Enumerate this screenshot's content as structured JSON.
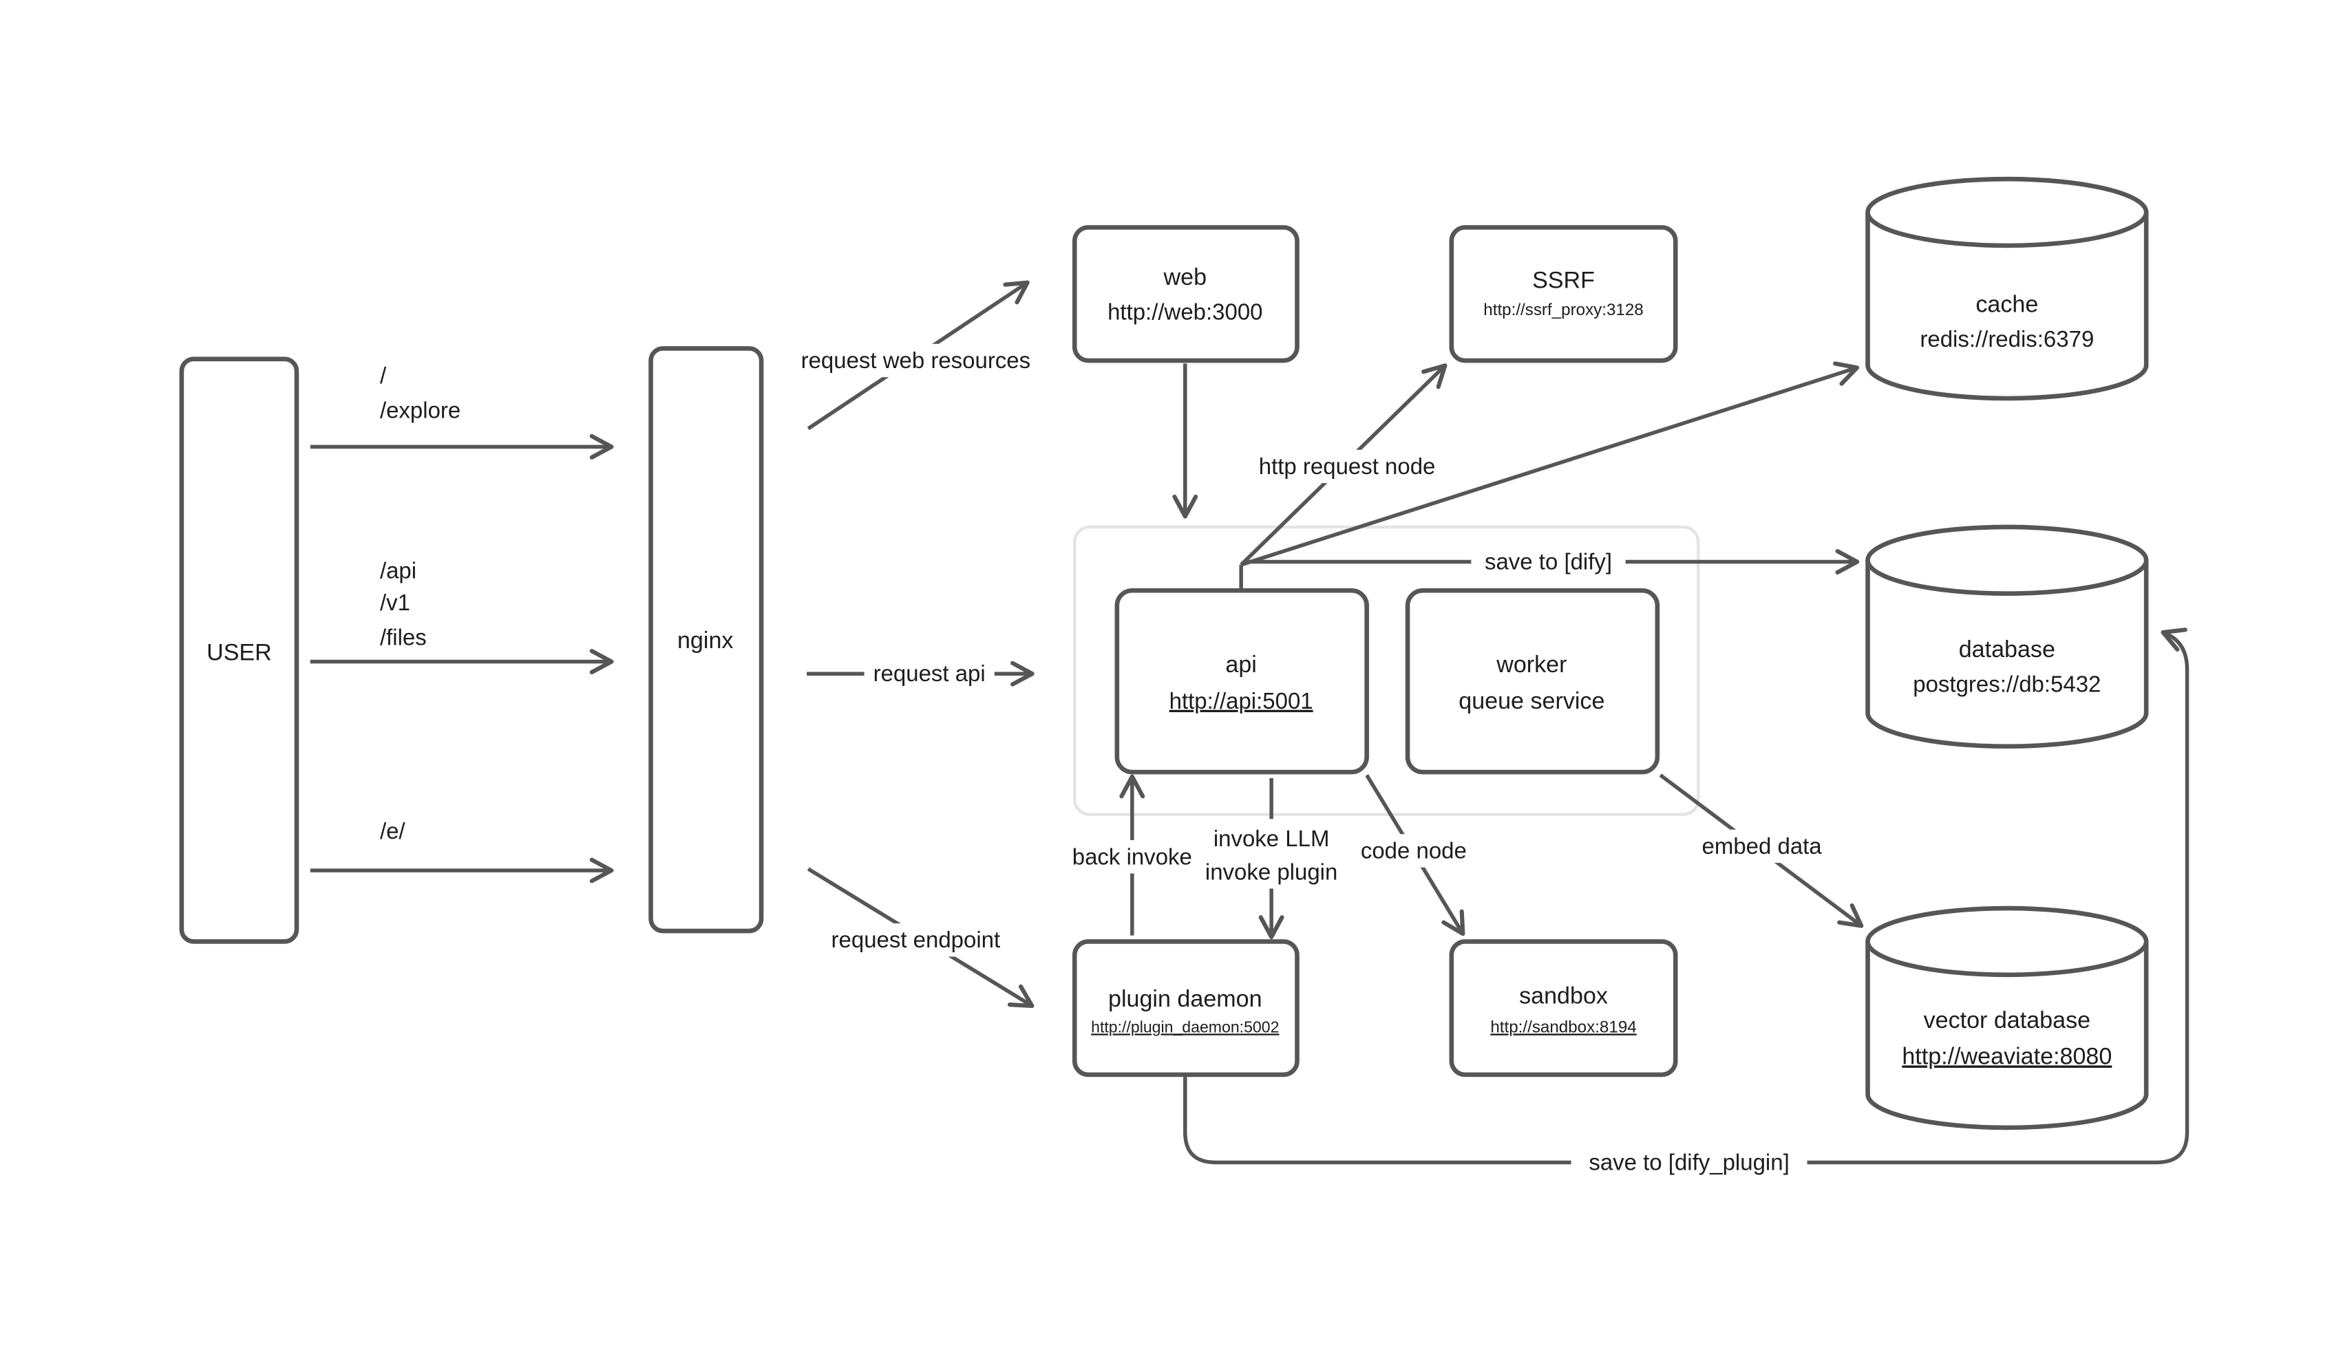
{
  "colors": {
    "stroke": "#565656",
    "text": "#1d1d1f",
    "container_stroke": "#e4e4e4",
    "background": "#ffffff"
  },
  "nodes": {
    "user": {
      "label": "USER"
    },
    "nginx": {
      "label": "nginx"
    },
    "web": {
      "label": "web",
      "url": "http://web:3000"
    },
    "ssrf": {
      "label": "SSRF",
      "url": "http://ssrf_proxy:3128"
    },
    "cache": {
      "label": "cache",
      "url": "redis://redis:6379"
    },
    "api": {
      "label": "api",
      "url": "http://api:5001"
    },
    "worker": {
      "label": "worker",
      "sublabel": "queue service"
    },
    "database": {
      "label": "database",
      "url": "postgres://db:5432"
    },
    "plugin_daemon": {
      "label": "plugin daemon",
      "url": "http://plugin_daemon:5002"
    },
    "sandbox": {
      "label": "sandbox",
      "url": "http://sandbox:8194"
    },
    "vector_database": {
      "label": "vector database",
      "url": "http://weaviate:8080"
    }
  },
  "edges": {
    "user_nginx_root": {
      "lines": [
        "/",
        "/explore"
      ]
    },
    "user_nginx_api": {
      "lines": [
        "/api",
        "/v1",
        "/files"
      ]
    },
    "user_nginx_e": {
      "lines": [
        "/e/"
      ]
    },
    "nginx_web": {
      "label": "request web resources"
    },
    "nginx_api": {
      "label": "request api"
    },
    "nginx_plugin": {
      "label": "request endpoint"
    },
    "api_ssrf": {
      "label": "http request node"
    },
    "api_database": {
      "label": "save to [dify]"
    },
    "plugin_api": {
      "label": "back invoke"
    },
    "api_plugin": {
      "lines": [
        "invoke LLM",
        "invoke plugin"
      ]
    },
    "api_sandbox": {
      "label": "code node"
    },
    "worker_vector": {
      "label": "embed data"
    },
    "plugin_database": {
      "label": "save to [dify_plugin]"
    }
  }
}
